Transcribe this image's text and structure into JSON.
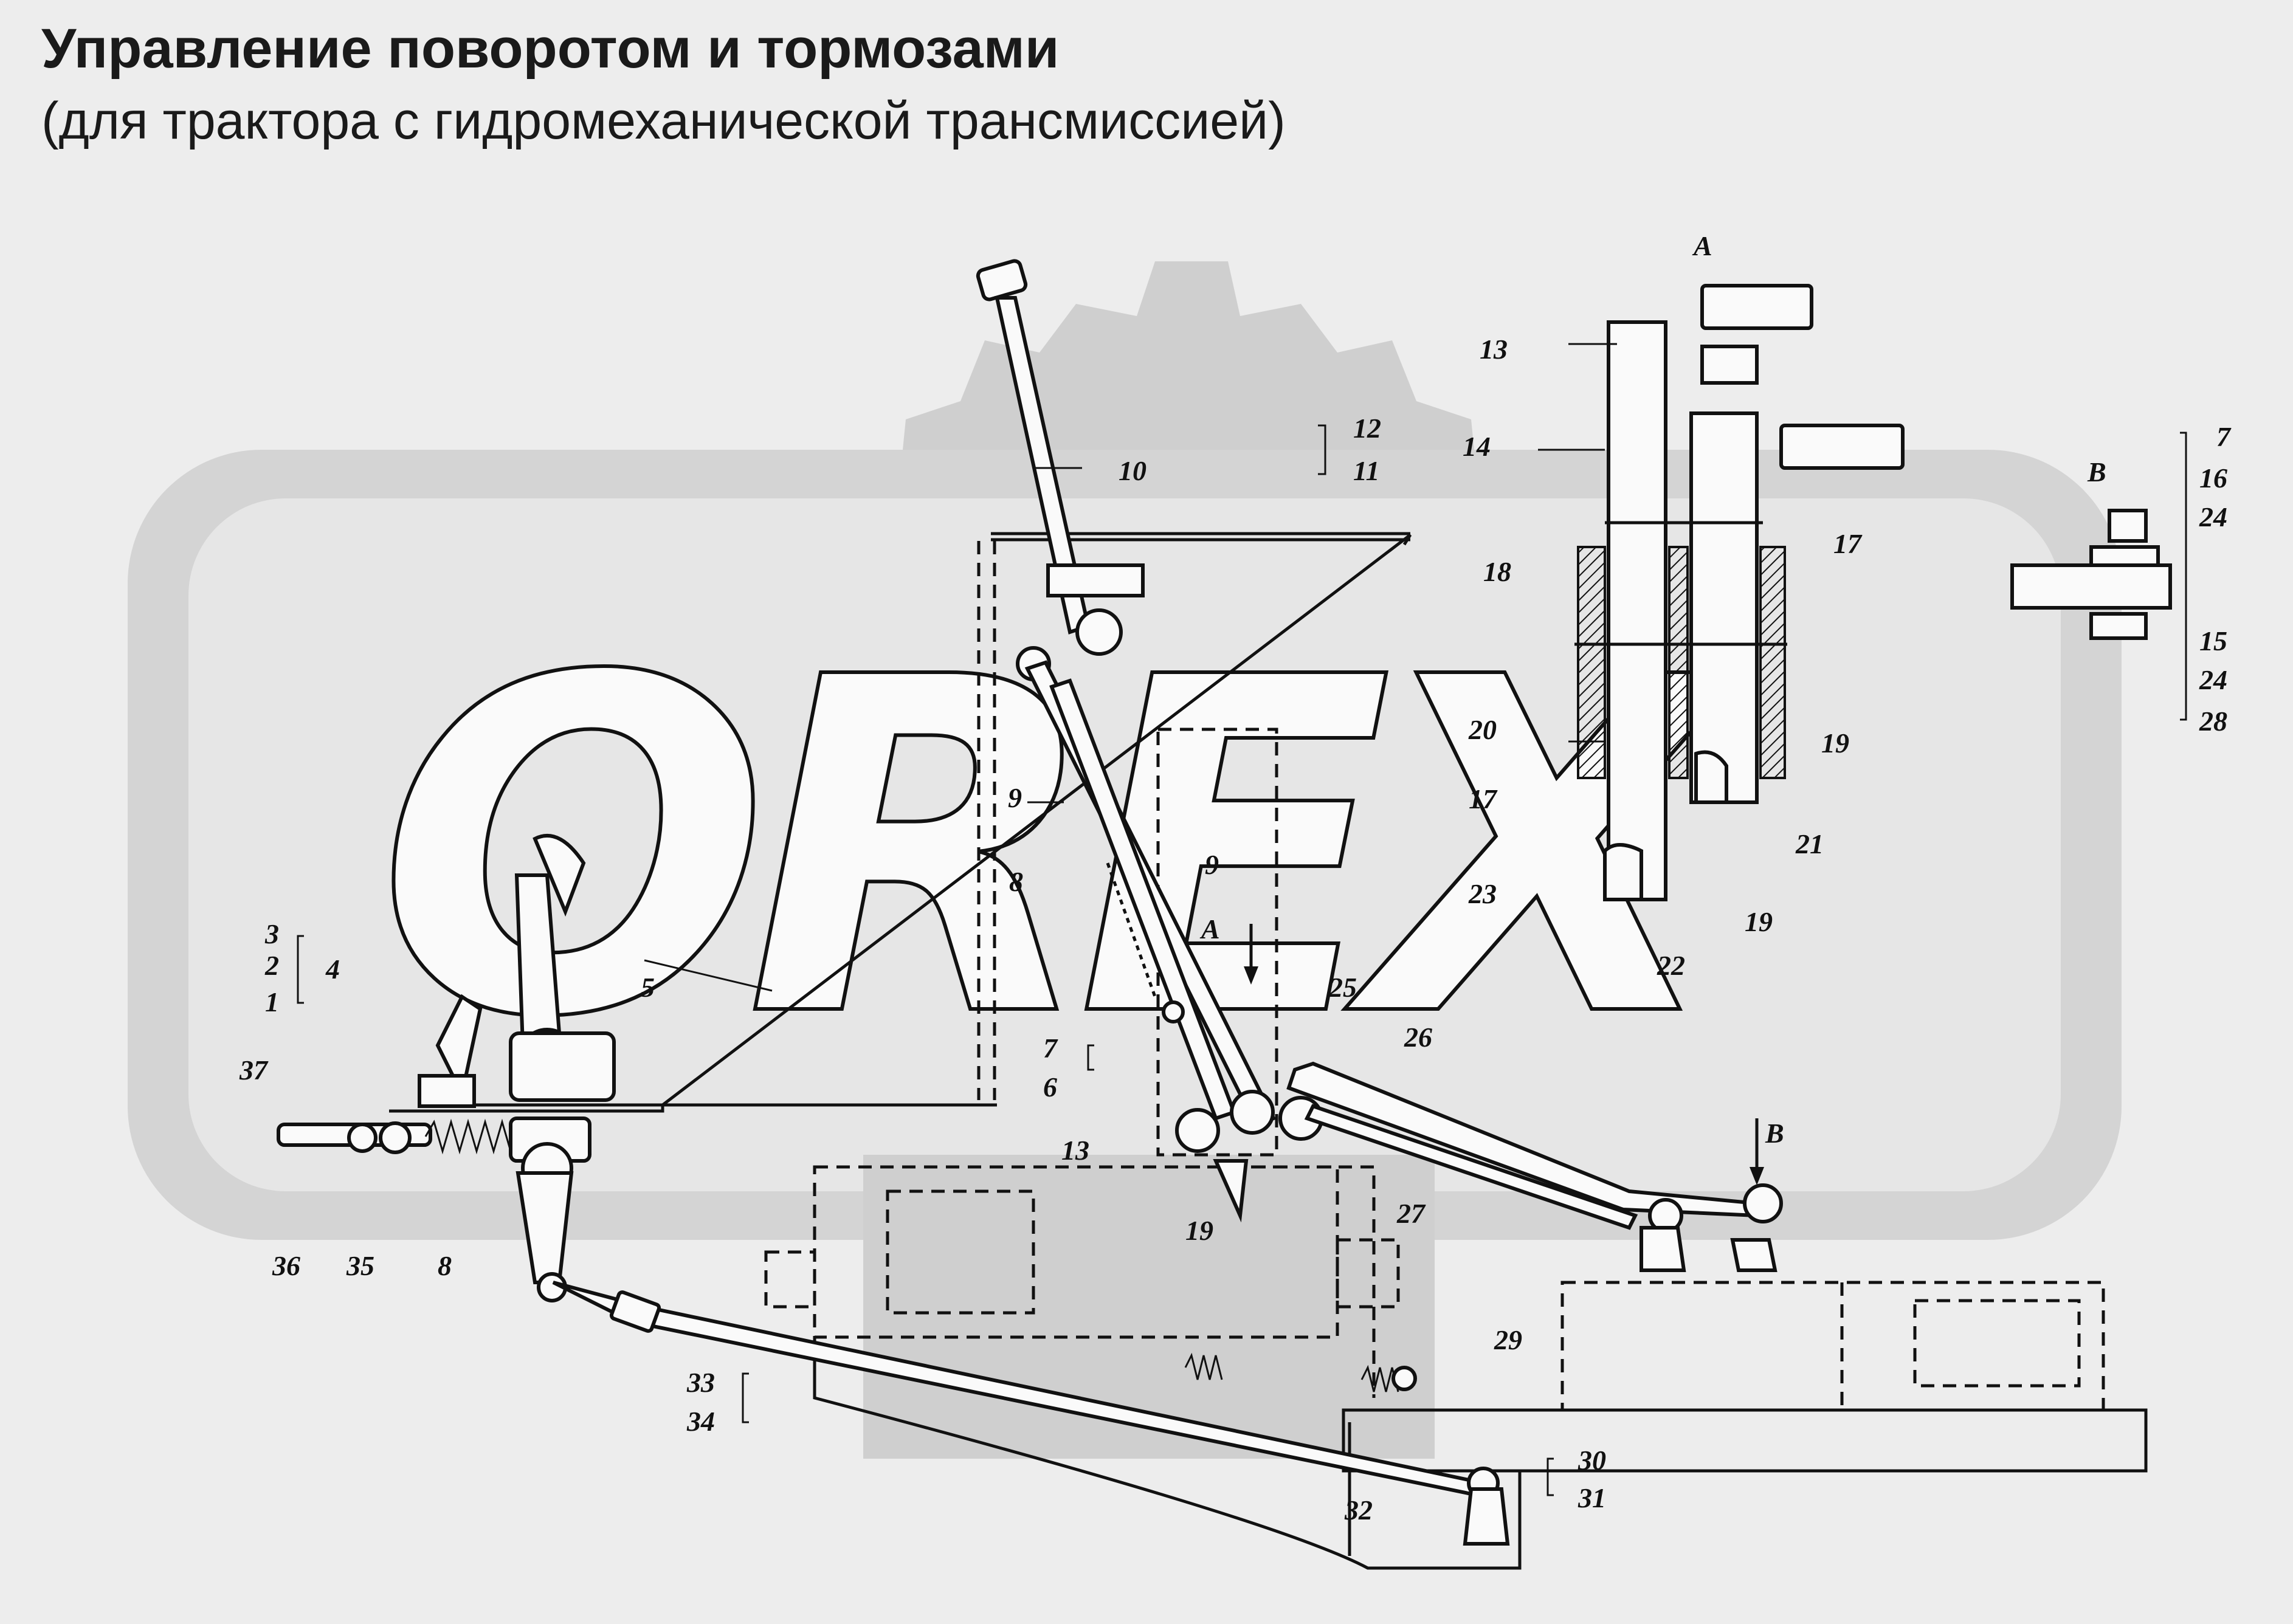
{
  "header": {
    "title": "Управление поворотом и тормозами",
    "subtitle": "(для трактора с гидромеханической трансмиссией)"
  },
  "watermark": {
    "text": "OREX",
    "color": "#cfcfcf"
  },
  "views": {
    "view_a": "A",
    "view_b": "B",
    "arrow_a": "A",
    "arrow_b": "B"
  },
  "callouts": {
    "c1": "1",
    "c2": "2",
    "c3": "3",
    "c4": "4",
    "c5": "5",
    "c6": "6",
    "c7": "7",
    "c8a": "8",
    "c8b": "8",
    "c9a": "9",
    "c9b": "9",
    "c10": "10",
    "c11": "11",
    "c12": "12",
    "c13a": "13",
    "c13b": "13",
    "c14": "14",
    "c15": "15",
    "c16": "16",
    "c17a": "17",
    "c17b": "17",
    "c18": "18",
    "c19a": "19",
    "c19b": "19",
    "c19c": "19",
    "c20": "20",
    "c21": "21",
    "c22": "22",
    "c23": "23",
    "c24a": "24",
    "c24b": "24",
    "c25": "25",
    "c26": "26",
    "c27": "27",
    "c28": "28",
    "c29": "29",
    "c30": "30",
    "c31": "31",
    "c32": "32",
    "c33": "33",
    "c34": "34",
    "c35": "35",
    "c36": "36",
    "c37": "37",
    "c7b": "7"
  }
}
